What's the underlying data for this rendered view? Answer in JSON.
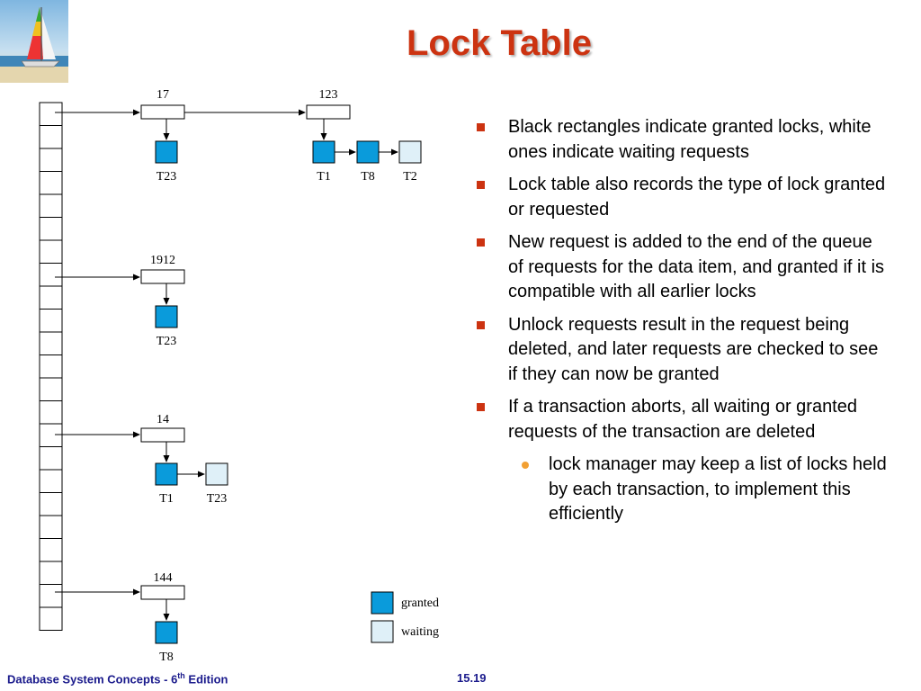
{
  "slide": {
    "title": "Lock Table"
  },
  "diagram": {
    "rows": [
      {
        "item": "17",
        "requests": [
          {
            "transaction": "T23",
            "status": "granted"
          }
        ]
      },
      {
        "item": "123",
        "requests": [
          {
            "transaction": "T1",
            "status": "granted"
          },
          {
            "transaction": "T8",
            "status": "granted"
          },
          {
            "transaction": "T2",
            "status": "waiting"
          }
        ]
      },
      {
        "item": "1912",
        "requests": [
          {
            "transaction": "T23",
            "status": "granted"
          }
        ]
      },
      {
        "item": "14",
        "requests": [
          {
            "transaction": "T1",
            "status": "granted"
          },
          {
            "transaction": "T23",
            "status": "waiting"
          }
        ]
      },
      {
        "item": "144",
        "requests": [
          {
            "transaction": "T8",
            "status": "granted"
          }
        ]
      }
    ],
    "legend": {
      "granted": "granted",
      "waiting": "waiting"
    },
    "colors": {
      "granted": "#0a9bdb",
      "waiting": "#dff0f8",
      "title": "#cc3311",
      "footer": "#1a1a8c"
    }
  },
  "bullets": [
    "Black rectangles indicate granted locks, white ones indicate waiting requests",
    "Lock table also records the type of lock granted or requested",
    "New request is added to the end of the queue of requests for the data item, and granted if it is compatible with all earlier locks",
    "Unlock requests result in the request being deleted, and later requests are checked to see if they can now be granted",
    "If a transaction aborts, all waiting or granted requests of the transaction are deleted"
  ],
  "sub_bullets": [
    "lock manager may keep a list of locks held by each transaction, to implement this efficiently"
  ],
  "footer": {
    "book_prefix": "Database System Concepts - 6",
    "book_sup": "th",
    "book_suffix": " Edition",
    "page": "15.19"
  },
  "icons": {
    "logo": "sailboat-logo-icon",
    "bullet": "square-bullet-icon",
    "sub_bullet": "round-bullet-icon"
  }
}
